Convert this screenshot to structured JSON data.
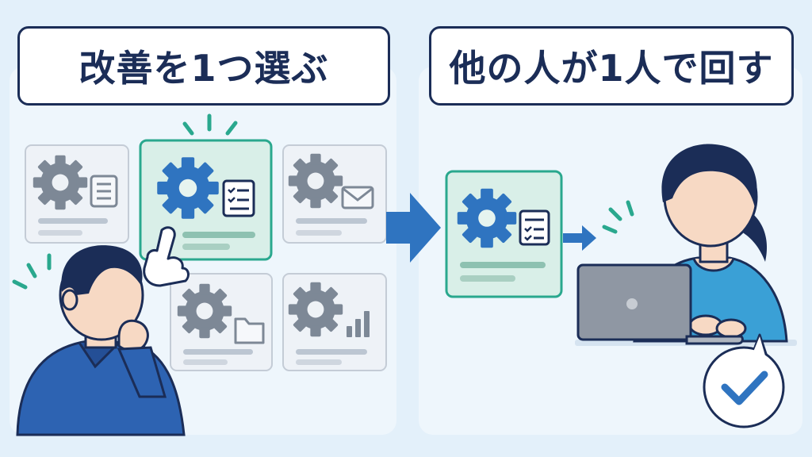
{
  "titles": {
    "left": "改善を1つ選ぶ",
    "right": "他の人が1人で回す"
  },
  "icons": {
    "cards": [
      "gear-document-icon",
      "gear-document-icon",
      "gear-mail-icon",
      "gear-folder-icon",
      "gear-chart-icon"
    ],
    "selected_card_index": 1,
    "handoff_arrow": "arrow-right-icon",
    "completion_badge": "checkmark-icon"
  },
  "colors": {
    "navy": "#1b2d57",
    "accent_blue": "#2f74c0",
    "teal_highlight": "#2aa88e",
    "gray_card": "#7d8896",
    "shirt_blue": "#2d63b2",
    "sweater_blue": "#3aa0d6",
    "background": "#e3f0fa"
  }
}
